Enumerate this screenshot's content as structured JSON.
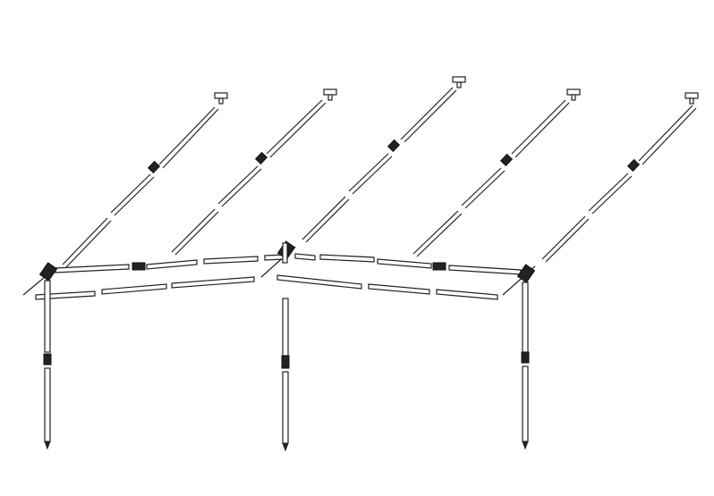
{
  "diagram": {
    "type": "awning-pole-frame",
    "colors": {
      "line": "#222222",
      "joint": "#222222",
      "background": "#ffffff"
    },
    "rafter_count": 5,
    "upright_count": 3,
    "eave_rail_count": 2
  }
}
